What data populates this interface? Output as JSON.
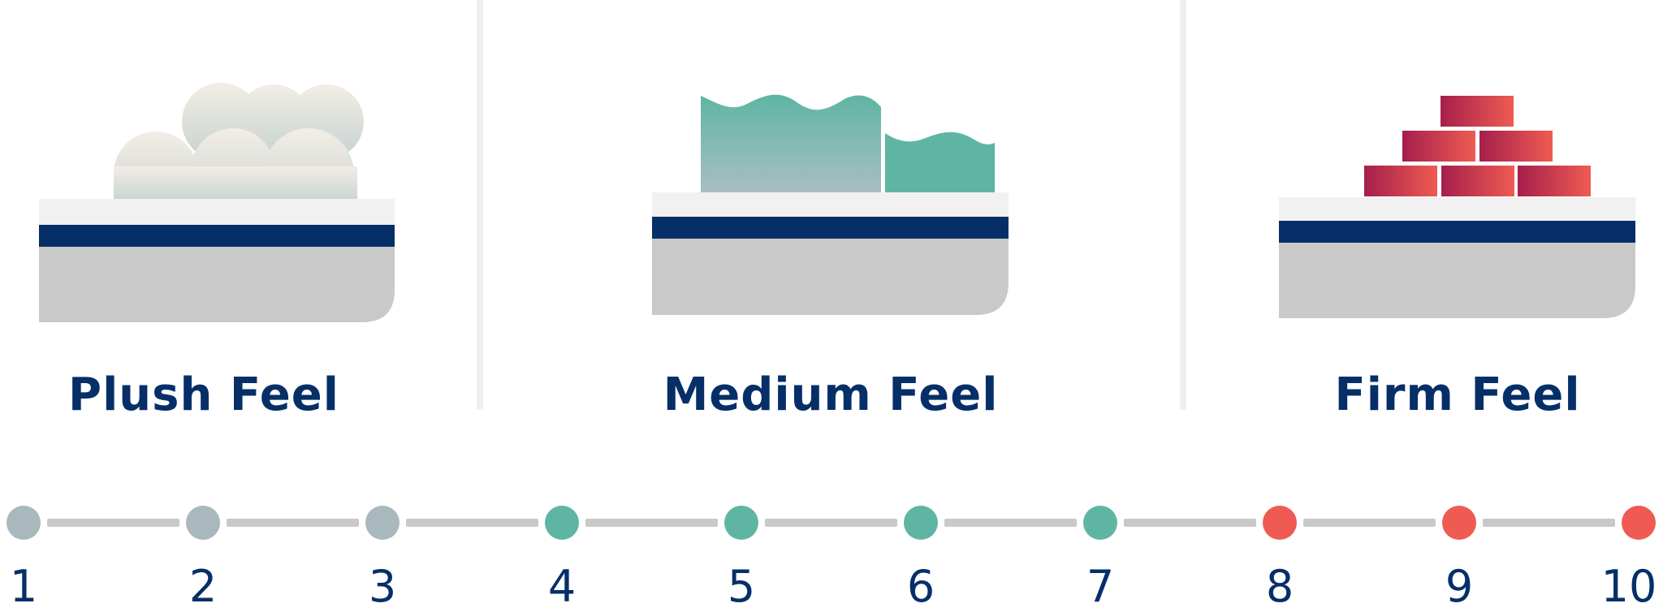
{
  "feels": [
    {
      "label": "Plush Feel",
      "icon": "clouds-icon"
    },
    {
      "label": "Medium Feel",
      "icon": "waves-icon"
    },
    {
      "label": "Firm Feel",
      "icon": "bricks-icon"
    }
  ],
  "scale": {
    "ticks": [
      "1",
      "2",
      "3",
      "4",
      "5",
      "6",
      "7",
      "8",
      "9",
      "10"
    ],
    "colors": [
      "#a9b8bd",
      "#a9b8bd",
      "#a9b8bd",
      "#5fb5a4",
      "#5fb5a4",
      "#5fb5a4",
      "#5fb5a4",
      "#ef5b52",
      "#ef5b52",
      "#ef5b52"
    ]
  },
  "colors": {
    "navy": "#062f68",
    "mattress_top": "#f1f1f1",
    "mattress_base": "#c9c9c9",
    "connector": "#c9c9c9",
    "plush": "#a9b8bd",
    "medium": "#5fb5a4",
    "firm": "#ef5b52"
  }
}
